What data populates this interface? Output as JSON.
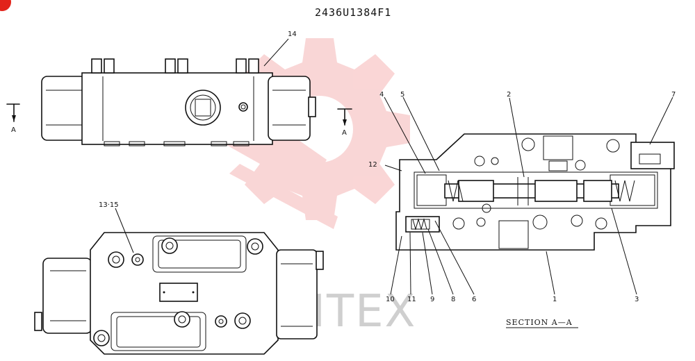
{
  "drawing": {
    "number": "2436U1384F1",
    "section_title": "SECTION A—A",
    "view_marker": "A",
    "watermark_text": "ИНТЕХ",
    "watermark_color": "#f5b5b5",
    "corner_badge_color": "#e2231a"
  },
  "callouts": {
    "c1": "1",
    "c2": "2",
    "c3": "3",
    "c4": "4",
    "c5": "5",
    "c6": "6",
    "c7": "7",
    "c8": "8",
    "c9": "9",
    "c10": "10",
    "c11": "11",
    "c12": "12",
    "c13_15": "13·15",
    "c14": "14"
  }
}
